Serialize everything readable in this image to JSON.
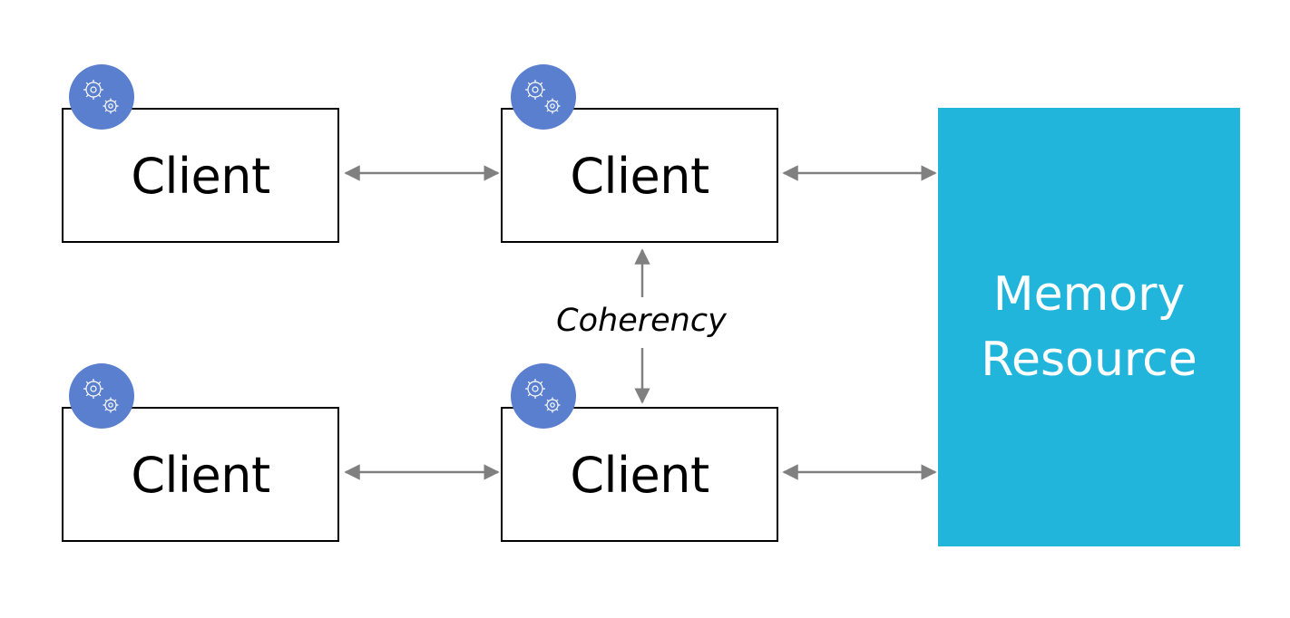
{
  "clients": [
    {
      "label": "Client"
    },
    {
      "label": "Client"
    },
    {
      "label": "Client"
    },
    {
      "label": "Client"
    }
  ],
  "memory": {
    "line1": "Memory",
    "line2": "Resource"
  },
  "coherency_label": "Coherency",
  "colors": {
    "memory_fill": "#22b5dc",
    "badge_fill": "#5b7fcf",
    "arrow": "#808080"
  },
  "icons": {
    "badge": "gears-icon"
  }
}
